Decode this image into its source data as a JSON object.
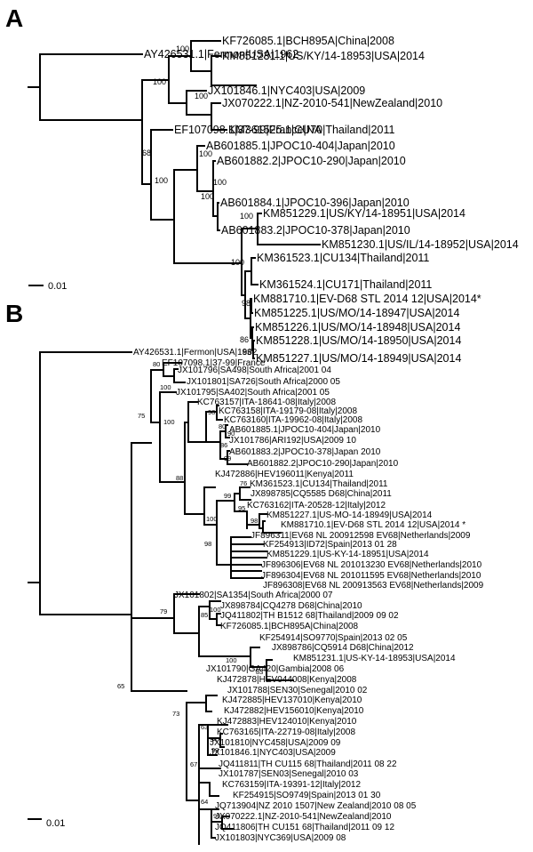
{
  "panels": [
    {
      "label": "A",
      "scale_label": "0.01",
      "tips": [
        {
          "id": "fermon",
          "label": "AY426531.1|Fermon|USA|1962"
        },
        {
          "id": "kf726085",
          "label": "KF726085.1|BCH895A|China|2008"
        },
        {
          "id": "km851231",
          "label": "KM851231.1|US/KY/14-18953|USA|2014"
        },
        {
          "id": "jx101846",
          "label": "JX101846.1|NYC403|USA|2009"
        },
        {
          "id": "jx070222",
          "label": "JX070222.1|NZ-2010-541|NewZealand|2010"
        },
        {
          "id": "km361525",
          "label": "KM361525.1|CU70|Thailand|2011"
        },
        {
          "id": "ef107098",
          "label": "EF107098.1|37-99|France|NA"
        },
        {
          "id": "ab601885",
          "label": "AB601885.1|JPOC10-404|Japan|2010"
        },
        {
          "id": "ab601882",
          "label": "AB601882.2|JPOC10-290|Japan|2010"
        },
        {
          "id": "ab601884",
          "label": "AB601884.1|JPOC10-396|Japan|2010"
        },
        {
          "id": "ab601883",
          "label": "AB601883.2|JPOC10-378|Japan|2010"
        },
        {
          "id": "km851229",
          "label": "KM851229.1|US/KY/14-18951|USA|2014"
        },
        {
          "id": "km851230",
          "label": "KM851230.1|US/IL/14-18952|USA|2014"
        },
        {
          "id": "km361523",
          "label": "KM361523.1|CU134|Thailand|2011"
        },
        {
          "id": "km361524",
          "label": "KM361524.1|CU171|Thailand|2011"
        },
        {
          "id": "km881710",
          "label": "KM881710.1|EV-D68 STL 2014 12|USA|2014*"
        },
        {
          "id": "km851225",
          "label": "KM851225.1|US/MO/14-18947|USA|2014"
        },
        {
          "id": "km851226",
          "label": "KM851226.1|US/MO/14-18948|USA|2014"
        },
        {
          "id": "km851228",
          "label": "KM851228.1|US/MO/14-18950|USA|2014"
        },
        {
          "id": "km851227",
          "label": "KM851227.1|US/MO/14-18949|USA|2014"
        }
      ],
      "supports": [
        {
          "id": "s1",
          "value": "100"
        },
        {
          "id": "s2",
          "value": "100"
        },
        {
          "id": "s3",
          "value": "100"
        },
        {
          "id": "s4",
          "value": "68"
        },
        {
          "id": "s5",
          "value": "100"
        },
        {
          "id": "s6",
          "value": "100"
        },
        {
          "id": "s7",
          "value": "100"
        },
        {
          "id": "s8",
          "value": "100"
        },
        {
          "id": "s9",
          "value": "100"
        },
        {
          "id": "s10",
          "value": "100"
        },
        {
          "id": "s11",
          "value": "98"
        },
        {
          "id": "s12",
          "value": "86"
        },
        {
          "id": "s13",
          "value": "83"
        }
      ]
    },
    {
      "label": "B",
      "scale_label": "0.01",
      "tips": [
        {
          "id": "b_fermon",
          "label": "AY426531.1|Fermon|USA|1962"
        },
        {
          "id": "b_ef107098",
          "label": "EF107098.1|37-99|France"
        },
        {
          "id": "b_jx101796",
          "label": "JX101796|SA498|South Africa|2001 04"
        },
        {
          "id": "b_jx101801",
          "label": "JX101801|SA726|South Africa|2000 05"
        },
        {
          "id": "b_jx101795",
          "label": "JX101795|SA402|South Africa|2001 05"
        },
        {
          "id": "b_kc763157",
          "label": "KC763157|ITA-18641-08|Italy|2008"
        },
        {
          "id": "b_kc763158",
          "label": "KC763158|ITA-19179-08|Italy|2008"
        },
        {
          "id": "b_kc763160",
          "label": "KC763160|ITA-19962-08|Italy|2008"
        },
        {
          "id": "b_ab601885",
          "label": "AB601885.1|JPOC10-404|Japan|2010"
        },
        {
          "id": "b_jx101786",
          "label": "JX101786|ARI192|USA|2009 10"
        },
        {
          "id": "b_ab601883",
          "label": "AB601883.2|JPOC10-378|Japan 2010"
        },
        {
          "id": "b_ab601882",
          "label": "AB601882.2|JPOC10-290|Japan|2010"
        },
        {
          "id": "b_kj472886",
          "label": "KJ472886|HEV196011|Kenya|2011"
        },
        {
          "id": "b_km361523",
          "label": "KM361523.1|CU134|Thailand|2011"
        },
        {
          "id": "b_jx898785",
          "label": "JX898785|CQ5585 D68|China|2011"
        },
        {
          "id": "b_kc763162",
          "label": "KC763162|ITA-20528-12|Italy|2012"
        },
        {
          "id": "b_km851227",
          "label": "KM851227.1|US-MO-14-18949|USA|2014"
        },
        {
          "id": "b_km881710",
          "label": "KM881710.1|EV-D68 STL 2014 12|USA|2014 *"
        },
        {
          "id": "b_jf896311",
          "label": "JF896311|EV68 NL 200912598 EV68|Netherlands|2009"
        },
        {
          "id": "b_kf254913",
          "label": "KF254913|ID72|Spain|2013 01 28"
        },
        {
          "id": "b_km851229",
          "label": "KM851229.1|US-KY-14-18951|USA|2014"
        },
        {
          "id": "b_jf896306",
          "label": "JF896306|EV68 NL 201013230 EV68|Netherlands|2010"
        },
        {
          "id": "b_jf896304",
          "label": "JF896304|EV68 NL 201011595 EV68|Netherlands|2010"
        },
        {
          "id": "b_jf896308",
          "label": "JF896308|EV68 NL 200913563 EV68|Netherlands|2009"
        },
        {
          "id": "b_jx101802",
          "label": "JX101802|SA1354|South Africa|2000 07"
        },
        {
          "id": "b_jx898784",
          "label": "JX898784|CQ4278 D68|China|2010"
        },
        {
          "id": "b_jq411802",
          "label": "JQ411802|TH B1512 68|Thailand|2009 09 02"
        },
        {
          "id": "b_kf726085",
          "label": "KF726085.1|BCH895A|China|2008"
        },
        {
          "id": "b_kf254914",
          "label": "KF254914|SO9770|Spain|2013 02 05"
        },
        {
          "id": "b_jx898786",
          "label": "JX898786|CQ5914 D68|China|2012"
        },
        {
          "id": "b_km851231",
          "label": "KM851231.1|US-KY-14-18953|USA|2014"
        },
        {
          "id": "b_jx101790",
          "label": "JX101790|GA420|Gambia|2008 06"
        },
        {
          "id": "b_kj472878",
          "label": "KJ472878|HEV044008|Kenya|2008"
        },
        {
          "id": "b_jx101788",
          "label": "JX101788|SEN30|Senegal|2010 02"
        },
        {
          "id": "b_kj472885",
          "label": "KJ472885|HEV137010|Kenya|2010"
        },
        {
          "id": "b_kj472882",
          "label": "KJ472882|HEV156010|Kenya|2010"
        },
        {
          "id": "b_kj472883",
          "label": "KJ472883|HEV124010|Kenya|2010"
        },
        {
          "id": "b_kc763165",
          "label": "KC763165|ITA-22719-08|Italy|2008"
        },
        {
          "id": "b_jx101810",
          "label": "JX101810|NYC458|USA|2009 09"
        },
        {
          "id": "b_jx101846",
          "label": "JX101846.1|NYC403|USA|2009"
        },
        {
          "id": "b_jq411811",
          "label": "JQ411811|TH CU115 68|Thailand|2011 08 22"
        },
        {
          "id": "b_jx101787",
          "label": "JX101787|SEN03|Senegal|2010 03"
        },
        {
          "id": "b_kc763159",
          "label": "KC763159|ITA-19391-12|Italy|2012"
        },
        {
          "id": "b_kf254915",
          "label": "KF254915|SO9749|Spain|2013 01 30"
        },
        {
          "id": "b_jq713904",
          "label": "JQ713904|NZ 2010 1507|New Zealand|2010 08 05"
        },
        {
          "id": "b_jx070222",
          "label": "JX070222.1|NZ-2010-541|NewZealand|2010"
        },
        {
          "id": "b_jq411806",
          "label": "JQ411806|TH CU151 68|Thailand|2011 09 12"
        },
        {
          "id": "b_jx101803",
          "label": "JX101803|NYC369|USA|2009 08"
        }
      ],
      "supports": [
        {
          "id": "t1",
          "value": "80"
        },
        {
          "id": "t2",
          "value": "75"
        },
        {
          "id": "t3",
          "value": "100"
        },
        {
          "id": "t4",
          "value": "100"
        },
        {
          "id": "t5",
          "value": "98"
        },
        {
          "id": "t6",
          "value": "80"
        },
        {
          "id": "t7",
          "value": "90"
        },
        {
          "id": "t8",
          "value": "86"
        },
        {
          "id": "t9",
          "value": "99"
        },
        {
          "id": "t10",
          "value": "88"
        },
        {
          "id": "t11",
          "value": "100"
        },
        {
          "id": "t12",
          "value": "76"
        },
        {
          "id": "t13",
          "value": "99"
        },
        {
          "id": "t14",
          "value": "95"
        },
        {
          "id": "t15",
          "value": "98"
        },
        {
          "id": "t16",
          "value": "98"
        },
        {
          "id": "t17",
          "value": "79"
        },
        {
          "id": "t18",
          "value": "85"
        },
        {
          "id": "t19",
          "value": "100"
        },
        {
          "id": "t20",
          "value": "100"
        },
        {
          "id": "t21",
          "value": "83"
        },
        {
          "id": "t22",
          "value": "65"
        },
        {
          "id": "t23",
          "value": "73"
        },
        {
          "id": "t24",
          "value": "63"
        },
        {
          "id": "t25",
          "value": "94"
        },
        {
          "id": "t26",
          "value": "93"
        },
        {
          "id": "t27",
          "value": "67"
        },
        {
          "id": "t28",
          "value": "64"
        },
        {
          "id": "t29",
          "value": "99"
        }
      ]
    }
  ]
}
